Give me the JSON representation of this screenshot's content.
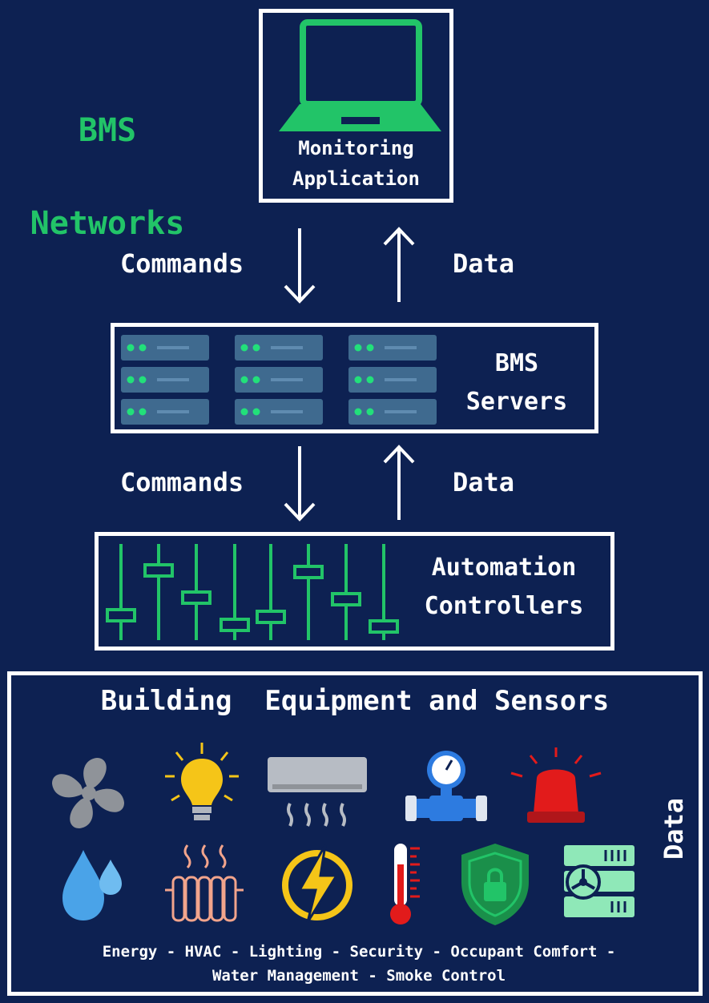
{
  "title": {
    "line1": "BMS",
    "line2": "Networks"
  },
  "monitoring": {
    "line1": "Monitoring",
    "line2": "Application"
  },
  "flow1": {
    "commands": "Commands",
    "data": "Data"
  },
  "servers": {
    "line1": "BMS",
    "line2": "Servers"
  },
  "flow2": {
    "commands": "Commands",
    "data": "Data"
  },
  "controllers": {
    "line1": "Automation",
    "line2": "Controllers"
  },
  "equipment": {
    "title": "Building  Equipment and Sensors",
    "side_label": "Data",
    "icons_row1": [
      "fan-icon",
      "light-bulb-icon",
      "air-conditioner-icon",
      "pressure-gauge-pipe-icon",
      "alarm-siren-icon"
    ],
    "icons_row2": [
      "water-drops-icon",
      "radiator-icon",
      "energy-bolt-icon",
      "thermometer-icon",
      "security-shield-icon",
      "server-valve-icon"
    ],
    "footer_line1": "Energy - HVAC - Lighting - Security - Occupant Comfort -",
    "footer_line2": "Water Management - Smoke Control"
  },
  "colors": {
    "background": "#0d2152",
    "accent_green": "#22c468",
    "server_blue": "#3f6a8f",
    "white": "#ffffff"
  }
}
